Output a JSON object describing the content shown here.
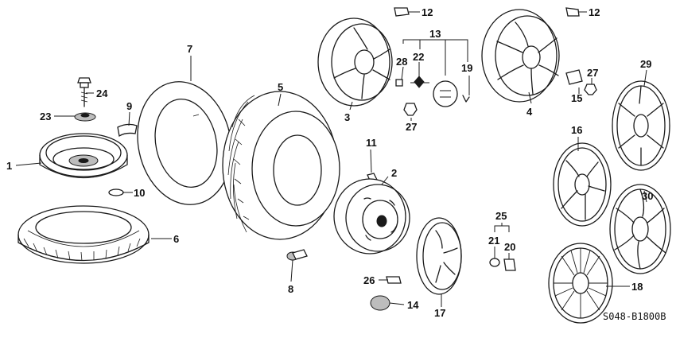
{
  "diagram_code": "S048-B1800B",
  "callouts": {
    "c1": "1",
    "c2": "2",
    "c3": "3",
    "c4": "4",
    "c5": "5",
    "c6": "6",
    "c7": "7",
    "c8": "8",
    "c9": "9",
    "c10": "10",
    "c11": "11",
    "c12a": "12",
    "c12b": "12",
    "c13": "13",
    "c14": "14",
    "c15": "15",
    "c16": "16",
    "c17": "17",
    "c18": "18",
    "c19": "19",
    "c20": "20",
    "c21": "21",
    "c22": "22",
    "c23": "23",
    "c24": "24",
    "c25": "25",
    "c26": "26",
    "c27a": "27",
    "c27b": "27",
    "c28": "28",
    "c29": "29",
    "c30": "30"
  }
}
